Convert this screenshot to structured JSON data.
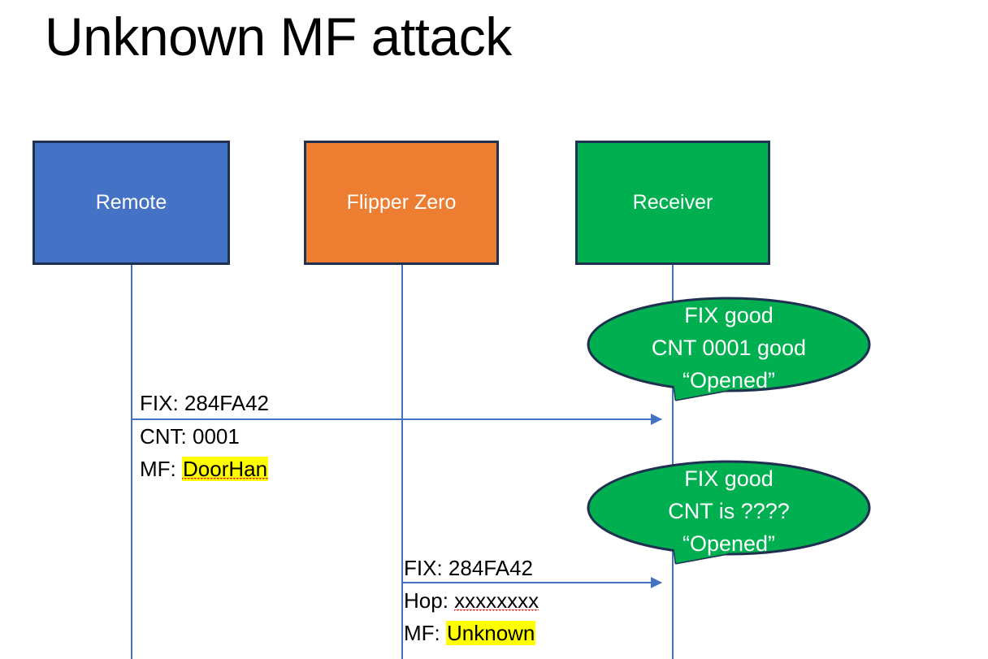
{
  "slide": {
    "title": "Unknown MF attack",
    "background": "#FFFFFF"
  },
  "colors": {
    "remote_fill": "#4472C4",
    "flipper_fill": "#ED7D31",
    "receiver_fill": "#00B050",
    "box_border": "#1F3050",
    "lifeline": "#4472C4",
    "arrow": "#4472C4",
    "bubble_fill": "#00B050",
    "bubble_border": "#1F3050",
    "highlight": "#FFFF00",
    "spellcheck_underline": "#E03020",
    "text": "#000000",
    "box_label_text": "#FFFFFF"
  },
  "actors": [
    {
      "id": "remote",
      "label": "Remote"
    },
    {
      "id": "flipper",
      "label": "Flipper Zero"
    },
    {
      "id": "receiver",
      "label": "Receiver"
    }
  ],
  "messages": [
    {
      "id": "remote-to-receiver",
      "from": "remote",
      "to": "receiver",
      "lines": [
        {
          "label": "FIX: 284FA42",
          "position": "above",
          "highlight": false,
          "spellcheck": false
        },
        {
          "label": "CNT: 0001",
          "position": "below",
          "highlight": false,
          "spellcheck": false
        }
      ],
      "mf_prefix": "MF: ",
      "mf_value": "DoorHan",
      "mf_highlight": true,
      "mf_spellcheck": true
    },
    {
      "id": "flipper-to-receiver",
      "from": "flipper",
      "to": "receiver",
      "lines": [
        {
          "label": "FIX: 284FA42",
          "position": "above",
          "highlight": false,
          "spellcheck": false
        }
      ],
      "hop_prefix": "Hop: ",
      "hop_value": "xxxxxxxx",
      "hop_spellcheck": true,
      "mf_prefix": "MF: ",
      "mf_value": "Unknown",
      "mf_highlight": true,
      "mf_spellcheck": false
    }
  ],
  "callouts": [
    {
      "id": "callout-first",
      "line1": "FIX good",
      "line2": "CNT 0001 good",
      "line3": "“Opened”"
    },
    {
      "id": "callout-second",
      "line1": "FIX good",
      "line2": "CNT is ????",
      "line3": "“Opened”"
    }
  ]
}
